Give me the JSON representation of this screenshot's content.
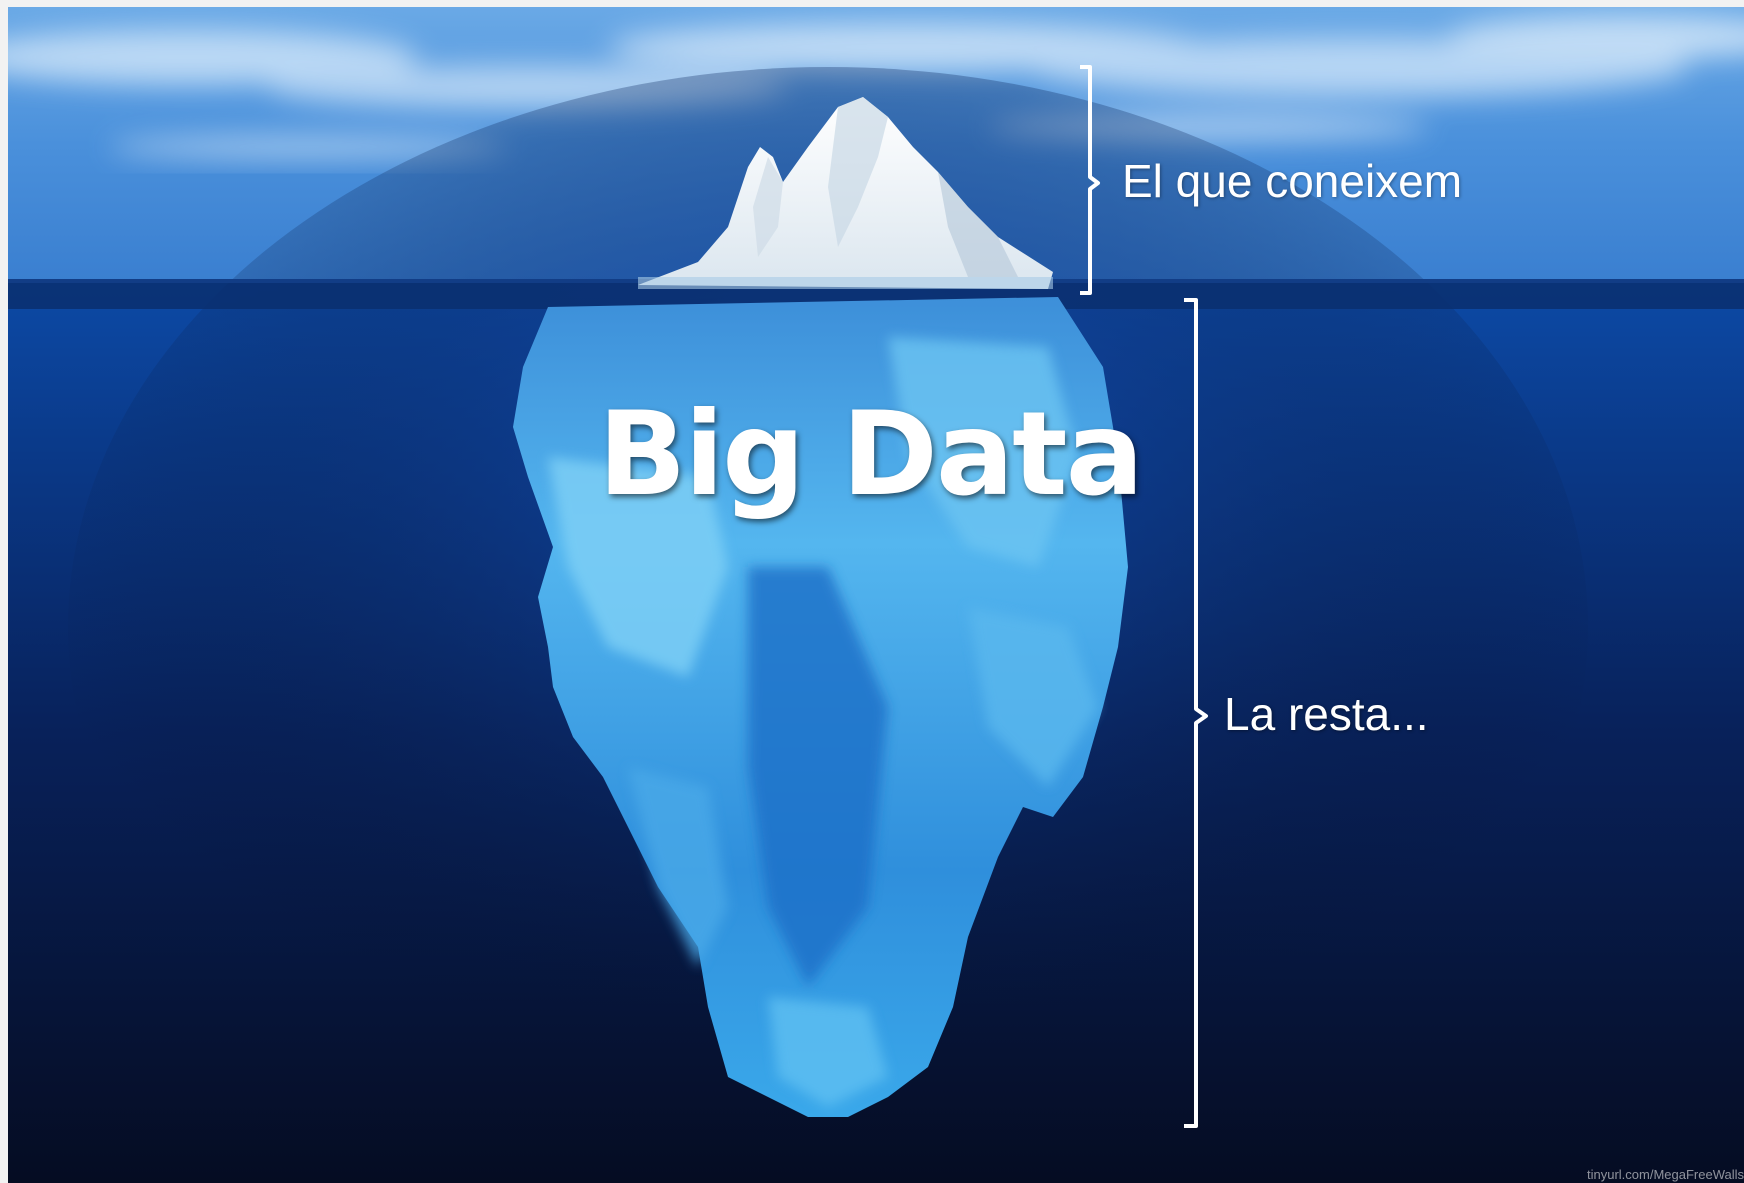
{
  "image": {
    "subject": "iceberg-icon",
    "colors": {
      "sky": "#3f86d6",
      "sky_light": "#8fc0ee",
      "sea_surface": "#0b3f8e",
      "deep_sea": "#06112d",
      "ice_above": "#f2f6fa",
      "ice_below": "#3aa6e6"
    }
  },
  "labels": {
    "top": "El que coneixem",
    "bottom": "La resta...",
    "title": "Big Data"
  },
  "watermark": "tinyurl.com/MegaFreeWalls"
}
